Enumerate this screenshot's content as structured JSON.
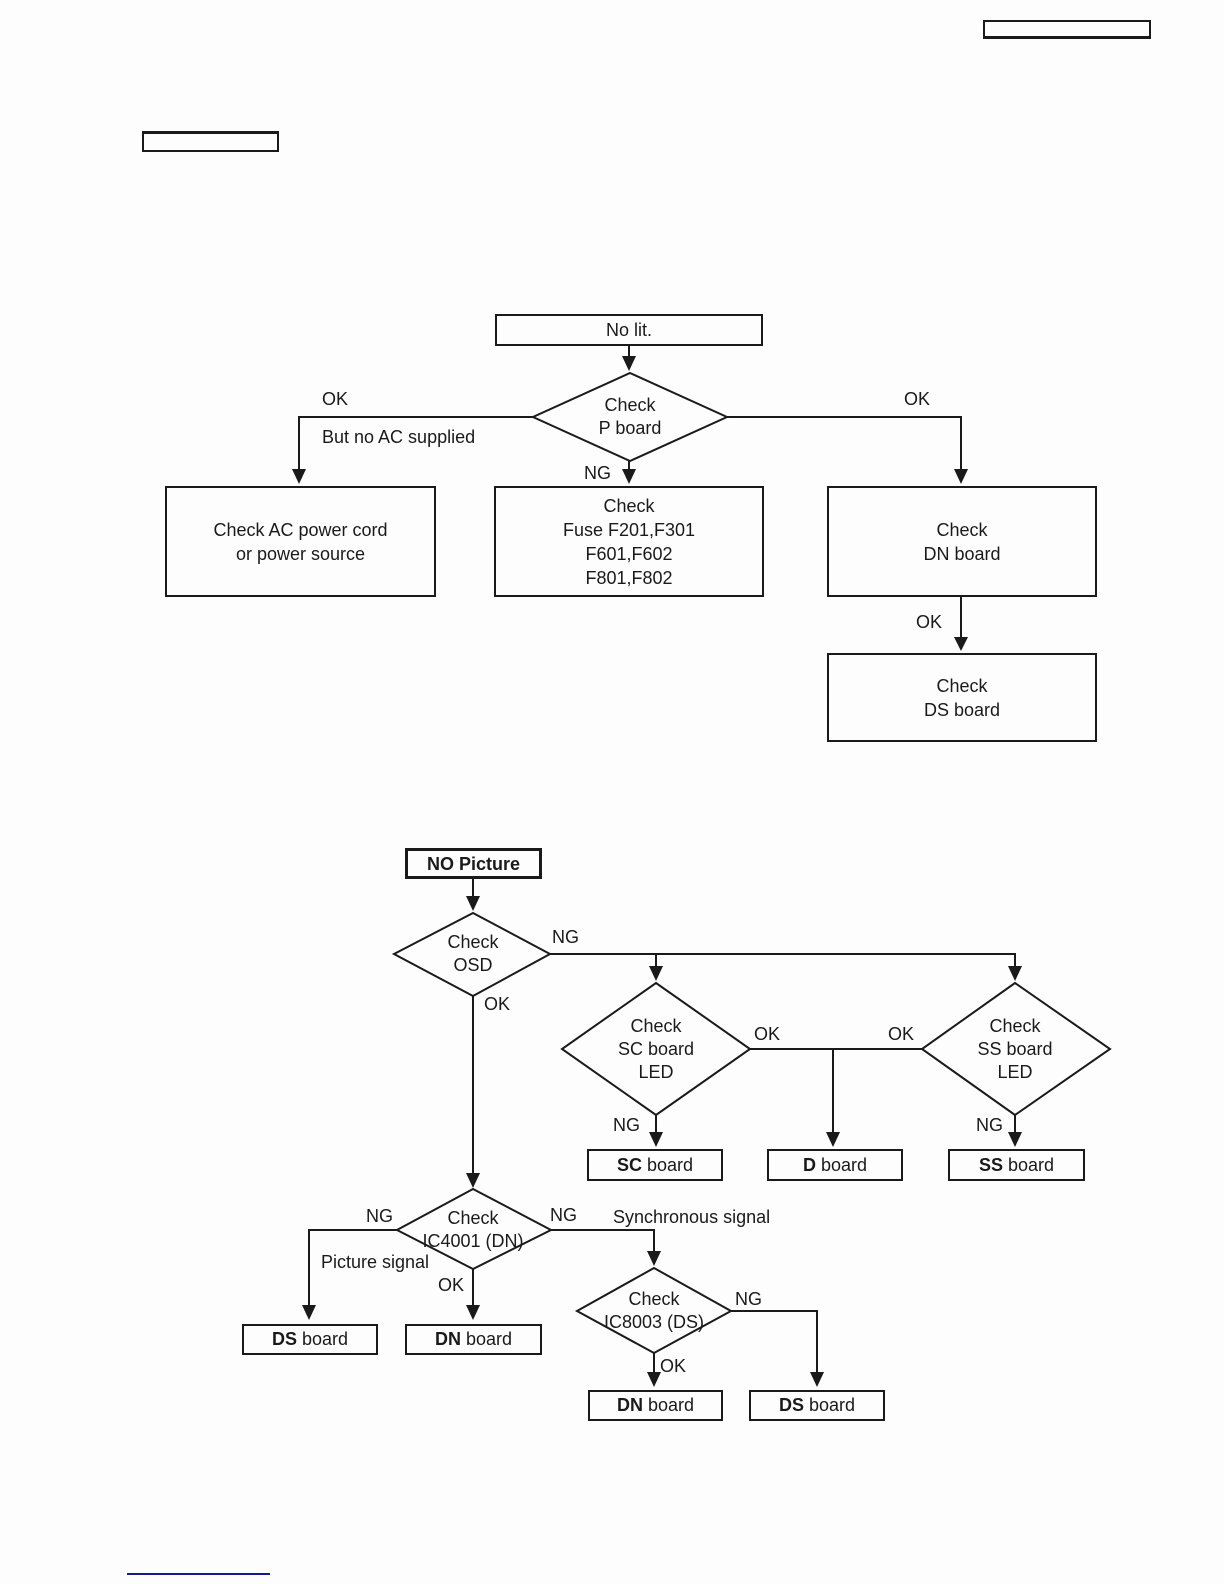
{
  "colors": {
    "ink": "#1a1a1a",
    "footer_rule": "#17178f",
    "paper": "#fdfdfd"
  },
  "header": {
    "top_right_box_text": "",
    "left_box_text": ""
  },
  "labels": {
    "ok": "OK",
    "ng": "NG",
    "but_no_ac_supplied": "But no AC supplied",
    "picture_signal": "Picture signal",
    "synchronous_signal": "Synchronous signal"
  },
  "no_lit_chart": {
    "start": "No lit.",
    "decision_p_board": "Check\nP board",
    "check_ac_power": "Check AC power cord\nor power source",
    "check_fuse": "Check\nFuse F201,F301\nF601,F602\nF801,F802",
    "check_dn_board": "Check\nDN board",
    "check_ds_board": "Check\nDS board"
  },
  "no_picture_chart": {
    "start": "NO Picture",
    "decision_osd": "Check\nOSD",
    "decision_sc_led": "Check\nSC board\nLED",
    "decision_ss_led": "Check\nSS board\nLED",
    "decision_ic4001": "Check\nIC4001 (DN)",
    "decision_ic8003": "Check\nIC8003 (DS)",
    "sc_board": {
      "bold": "SC",
      "rest": " board"
    },
    "d_board": {
      "bold": "D",
      "rest": " board"
    },
    "ss_board": {
      "bold": "SS",
      "rest": " board"
    },
    "ds_board_left": {
      "bold": "DS",
      "rest": " board"
    },
    "dn_board_mid": {
      "bold": "DN",
      "rest": " board"
    },
    "dn_board_bottom": {
      "bold": "DN",
      "rest": " board"
    },
    "ds_board_bottom": {
      "bold": "DS",
      "rest": " board"
    }
  }
}
